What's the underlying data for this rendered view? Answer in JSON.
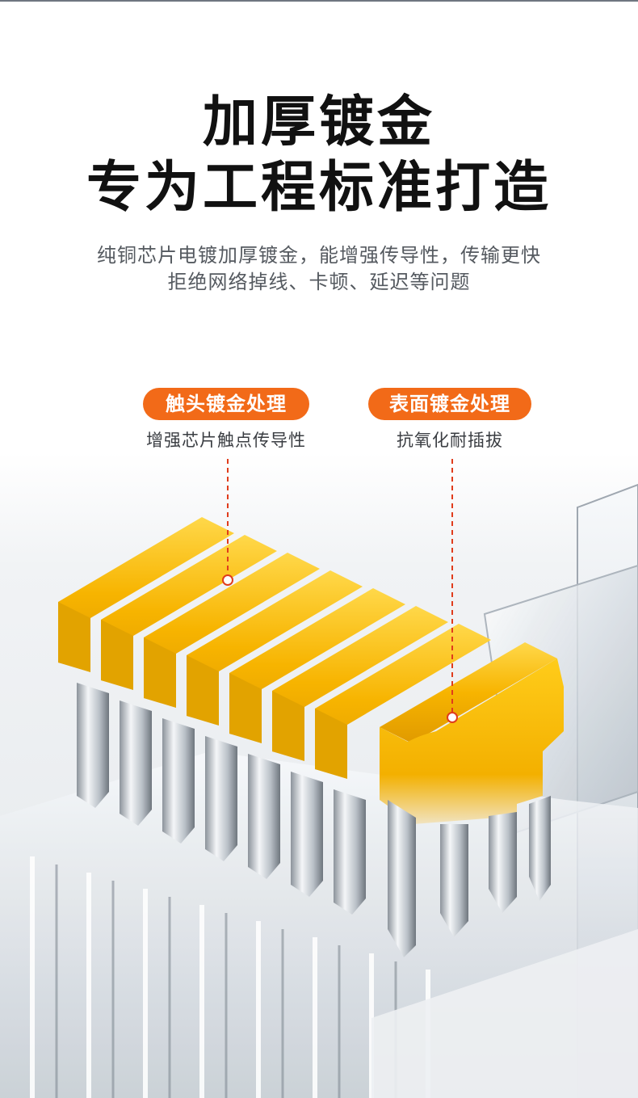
{
  "headline": {
    "line1": "加厚镀金",
    "line2": "专为工程标准打造"
  },
  "description": {
    "line1": "纯铜芯片电镀加厚镀金，能增强传导性，传输更快",
    "line2": "拒绝网络掉线、卡顿、延迟等问题"
  },
  "callouts": [
    {
      "label": "触头镀金处理",
      "detail": "增强芯片触点传导性"
    },
    {
      "label": "表面镀金处理",
      "detail": "抗氧化耐插拔"
    }
  ],
  "colors": {
    "accent": "#f26a18",
    "gold": "#f5b800",
    "silver": "#c9ced4",
    "text": "#111111"
  },
  "image": {
    "subject": "rj45-connector-gold-contacts-icon"
  }
}
